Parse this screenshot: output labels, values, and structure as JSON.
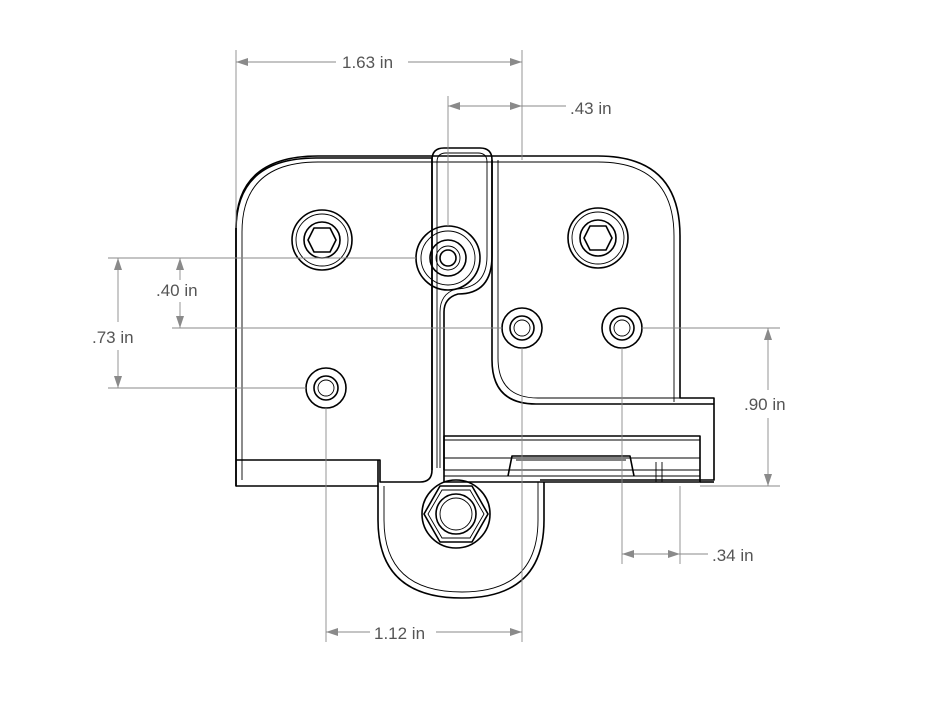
{
  "dimensions": {
    "width_overall": "1.63 in",
    "center_offset_top": ".43 in",
    "left_vertical_small": ".40 in",
    "left_vertical_large": ".73 in",
    "right_vertical": ".90 in",
    "bottom_right_small": ".34 in",
    "bottom_width": "1.12 in"
  }
}
